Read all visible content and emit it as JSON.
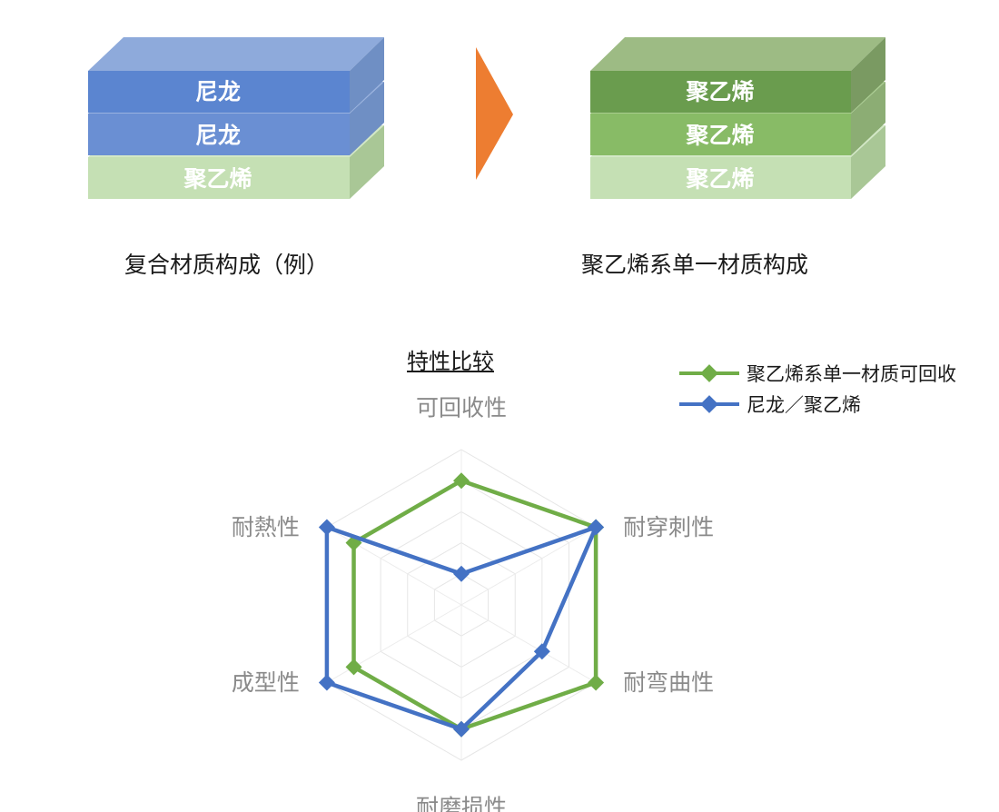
{
  "left_stack": {
    "layers": [
      "尼龙",
      "尼龙",
      "聚乙烯"
    ],
    "caption": "复合材质构成（例）"
  },
  "right_stack": {
    "layers": [
      "聚乙烯",
      "聚乙烯",
      "聚乙烯"
    ],
    "caption": "聚乙烯系单一材质构成"
  },
  "colors": {
    "nylon_top": "#8eaadb",
    "nylon_front": "#4f7fcb",
    "nylon_side": "#6f8fc4",
    "pe_light_front": "#c5e0b4",
    "pe_light_side": "#a9c796",
    "pe_dark_top": "#9dbb84",
    "pe_dark_front": "#6a9c4e",
    "pe_mid_front": "#88bb66",
    "arrow": "#ed7d31",
    "series_pe": "#70ad47",
    "series_nylon": "#4472c4"
  },
  "chart_data": {
    "type": "radar",
    "title": "特性比较",
    "axes": [
      "可回收性",
      "耐穿刺性",
      "耐弯曲性",
      "耐磨损性",
      "成型性",
      "耐熱性"
    ],
    "max": 5,
    "grid_levels": 5,
    "legend_position": "top-right",
    "series": [
      {
        "name": "聚乙烯系单一材质可回收",
        "color": "#70ad47",
        "values": [
          4,
          5,
          5,
          4,
          4,
          4
        ]
      },
      {
        "name": "尼龙／聚乙烯",
        "color": "#4472c4",
        "values": [
          1,
          5,
          3,
          4,
          5,
          5
        ]
      }
    ]
  }
}
